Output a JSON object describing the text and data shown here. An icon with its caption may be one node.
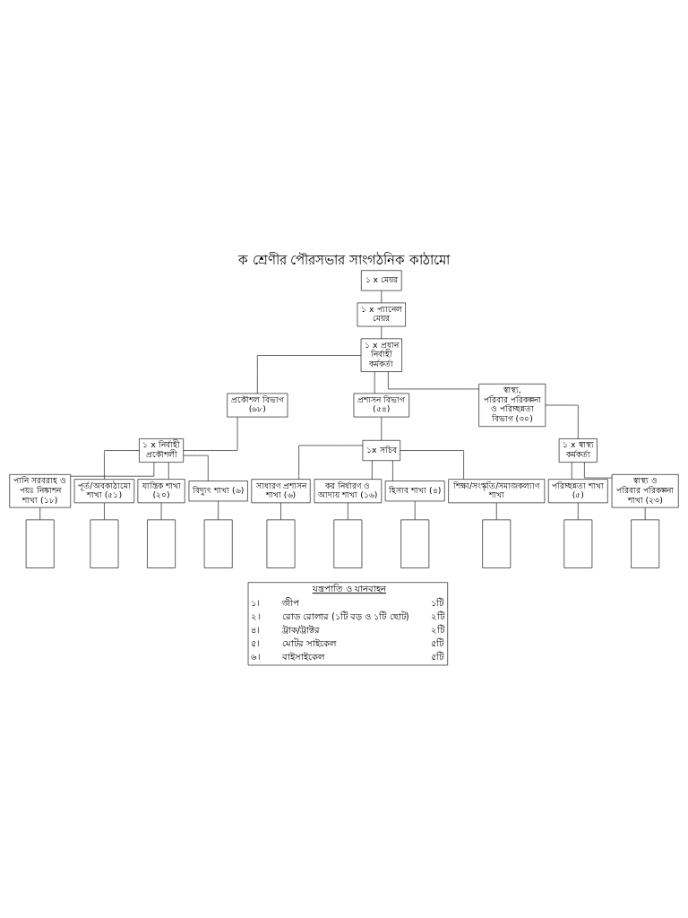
{
  "diagram": {
    "title": "ক শ্রেণীর পৌরসভার সাংগঠনিক কাঠামো",
    "nodes": [
      {
        "text": [
          "১ x মেয়র"
        ]
      },
      {
        "text": [
          "১ x প্যানেল মেয়র"
        ]
      },
      {
        "text": [
          "১ x প্রধান নির্বাহী কর্মকর্তা"
        ]
      },
      {
        "text": [
          "প্রকৌশল বিভাগ (৬৮)"
        ]
      },
      {
        "text": [
          "১ x নির্বাহী প্রকৌশলী"
        ]
      },
      {
        "text": [
          "প্রশাসন বিভাগ (৫৪)"
        ]
      },
      {
        "text": [
          "১x সচিব"
        ]
      },
      {
        "text": [
          "স্বাস্থ্য, পরিবার পরিকল্পনা ও পরিচ্ছন্নতা বিভাগ (৩০)"
        ]
      },
      {
        "text": [
          "১ x স্বাস্থ্য কর্মকর্তা"
        ]
      },
      {
        "text": [
          "পানি সরবরাহ ও পয়ঃ নিষ্কাশন শাখা (১৮)"
        ]
      },
      {
        "text": [
          "পূর্ত/অবকাঠামো শাখা (৫১)"
        ]
      },
      {
        "text": [
          "যান্ত্রিক শাখা (২০)"
        ]
      },
      {
        "text": [
          "বিদ্যুৎ শাখা (৬)"
        ]
      },
      {
        "text": [
          "সাধারণ প্রশাসন শাখা (৬)"
        ]
      },
      {
        "text": [
          "কর নির্ধারণ ও আদায় শাখা (১৬)"
        ]
      },
      {
        "text": [
          "হিসাব শাখা (৪)"
        ]
      },
      {
        "text": [
          "শিক্ষা/সংস্কৃতি/সমাজকল্যাণ শাখা"
        ]
      },
      {
        "text": [
          "পরিচ্ছন্নতা শাখা (৫)"
        ]
      },
      {
        "text": [
          "স্বাস্থ্য ও পরিবার পরিকল্পনা শাখা (২৩)"
        ]
      },
      {
        "text": [],
        "shape": "box"
      },
      {
        "text": [],
        "shape": "box"
      },
      {
        "text": [],
        "shape": "box"
      },
      {
        "text": [],
        "shape": "box"
      },
      {
        "text": [],
        "shape": "box"
      },
      {
        "text": [],
        "shape": "box"
      },
      {
        "text": [],
        "shape": "box"
      },
      {
        "text": [],
        "shape": "box"
      },
      {
        "text": [],
        "shape": "box"
      },
      {
        "text": [],
        "shape": "box"
      }
    ],
    "edges": [
      {
        "from": 0,
        "to": 1,
        "arrow": "none"
      },
      {
        "from": 1,
        "to": 2,
        "arrow": "none"
      },
      {
        "from": 2,
        "to": 3,
        "arrow": "none"
      },
      {
        "from": 2,
        "to": 5,
        "arrow": "none"
      },
      {
        "from": 2,
        "to": 7,
        "arrow": "none"
      },
      {
        "from": 3,
        "to": 4,
        "arrow": "none"
      },
      {
        "from": 5,
        "to": 6,
        "arrow": "none"
      },
      {
        "from": 7,
        "to": 8,
        "arrow": "none"
      },
      {
        "from": 4,
        "to": 9,
        "arrow": "none"
      },
      {
        "from": 4,
        "to": 10,
        "arrow": "none"
      },
      {
        "from": 4,
        "to": 11,
        "arrow": "none"
      },
      {
        "from": 4,
        "to": 12,
        "arrow": "none"
      },
      {
        "from": 6,
        "to": 13,
        "arrow": "none"
      },
      {
        "from": 6,
        "to": 14,
        "arrow": "none"
      },
      {
        "from": 6,
        "to": 15,
        "arrow": "none"
      },
      {
        "from": 6,
        "to": 16,
        "arrow": "none"
      },
      {
        "from": 8,
        "to": 17,
        "arrow": "none"
      },
      {
        "from": 8,
        "to": 18,
        "arrow": "none"
      },
      {
        "from": 9,
        "to": 19,
        "arrow": "none"
      },
      {
        "from": 10,
        "to": 20,
        "arrow": "none"
      },
      {
        "from": 11,
        "to": 21,
        "arrow": "none"
      },
      {
        "from": 12,
        "to": 22,
        "arrow": "none"
      },
      {
        "from": 13,
        "to": 23,
        "arrow": "none"
      },
      {
        "from": 14,
        "to": 24,
        "arrow": "none"
      },
      {
        "from": 15,
        "to": 25,
        "arrow": "none"
      },
      {
        "from": 16,
        "to": 26,
        "arrow": "none"
      },
      {
        "from": 17,
        "to": 27,
        "arrow": "none"
      },
      {
        "from": 18,
        "to": 28,
        "arrow": "none"
      }
    ],
    "labels": [
      "যন্ত্রপাতি ও যানবাহন",
      "১।",
      "জীপ",
      "১টি",
      "২।",
      "রোড রোলার (১টি বড় ও ১টি ছোট)",
      "২টি",
      "৪।",
      "ট্রাক/ট্রাক্টর",
      "২টি",
      "৫।",
      "মোটর সাইকেল",
      "৫টি",
      "৬।",
      "বাইসাইকেল",
      "৫টি"
    ]
  }
}
